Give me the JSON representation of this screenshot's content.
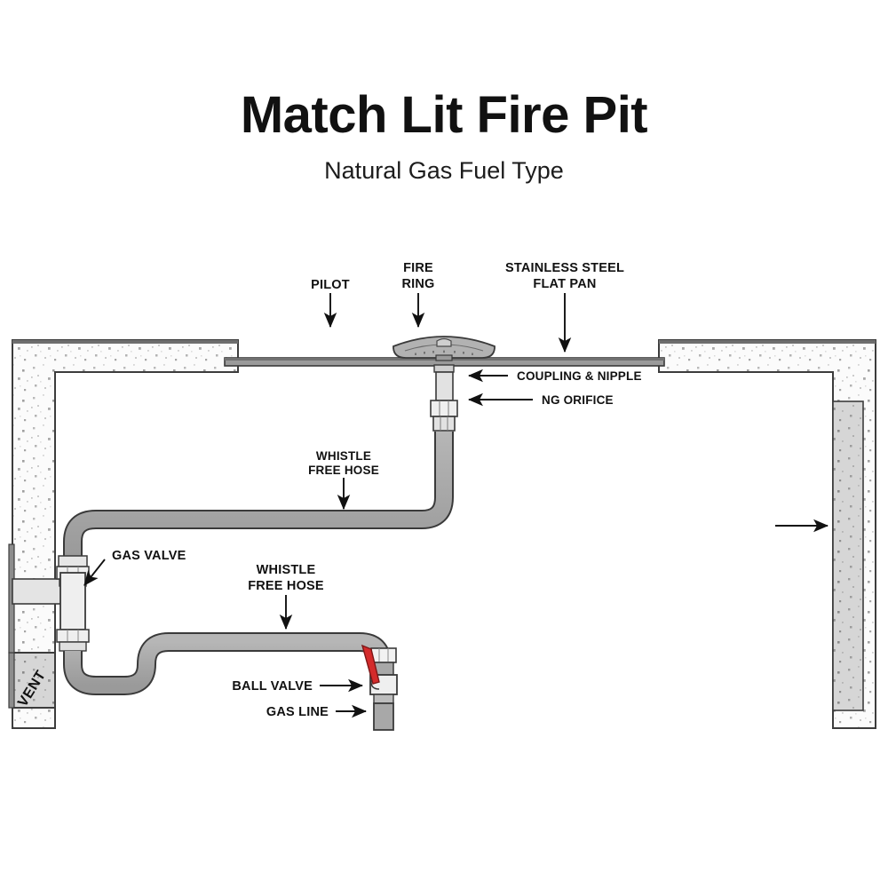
{
  "header": {
    "title": "Match Lit Fire Pit",
    "subtitle": "Natural Gas Fuel Type"
  },
  "diagram": {
    "name": "match-lit-fire-pit-cutaway-diagram",
    "labels": {
      "pilot": "PILOT",
      "fire_ring_line1": "FIRE",
      "fire_ring_line2": "RING",
      "flat_pan_line1": "STAINLESS STEEL",
      "flat_pan_line2": "FLAT PAN",
      "coupling_nipple": "COUPLING & NIPPLE",
      "ng_orifice": "NG ORIFICE",
      "whistle_free_hose_upper_line1": "WHISTLE",
      "whistle_free_hose_upper_line2": "FREE HOSE",
      "gas_valve": "GAS VALVE",
      "whistle_free_hose_lower_line1": "WHISTLE",
      "whistle_free_hose_lower_line2": "FREE HOSE",
      "ball_valve": "BALL VALVE",
      "gas_line": "GAS LINE",
      "vent": "VENT"
    },
    "colors": {
      "hose_fill": "#a8a8a8",
      "hose_stroke": "#3a3a3a",
      "wall_fill": "#fafafa",
      "wall_stroke": "#3c3c3c",
      "vent_block_fill": "#d4d4d4",
      "fitting_fill": "#e8e8e8",
      "fire_ring_fill": "#b0b0b0",
      "ball_valve_handle": "#d42b2b",
      "pan_fill": "#9a9a9a",
      "label_text": "#111111",
      "arrow": "#111111"
    },
    "callout_count": 10
  }
}
